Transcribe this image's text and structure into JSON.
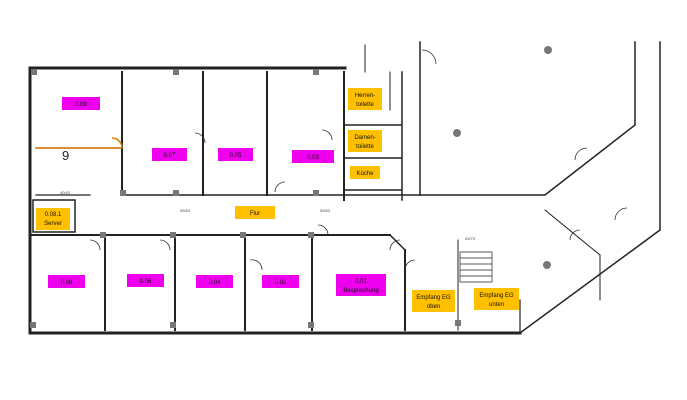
{
  "plan": {
    "colors": {
      "room_tag": "#ee00ee",
      "service_tag": "#ffc000",
      "wall": "#222222",
      "door": "#e07a00"
    },
    "big_room_number": "9",
    "dim_labels": [
      "40/43",
      "53/53",
      "53/53",
      "43/70"
    ],
    "rooms": [
      {
        "id": "r009",
        "label": "0.09",
        "kind": "room"
      },
      {
        "id": "r007",
        "label": "0.07",
        "kind": "room"
      },
      {
        "id": "r005",
        "label": "0.05",
        "kind": "room"
      },
      {
        "id": "r003",
        "label": "0.03",
        "kind": "room"
      },
      {
        "id": "herren",
        "label": "Herren-",
        "label2": "toilette",
        "kind": "service"
      },
      {
        "id": "damen",
        "label": "Damen-",
        "label2": "toilette",
        "kind": "service"
      },
      {
        "id": "kueche",
        "label": "Küche",
        "kind": "service"
      },
      {
        "id": "flur",
        "label": "Flur",
        "kind": "service"
      },
      {
        "id": "server",
        "label": "0.08.1",
        "label2": "Server",
        "kind": "service"
      },
      {
        "id": "r008",
        "label": "0.08",
        "kind": "room"
      },
      {
        "id": "r006",
        "label": "0.06",
        "kind": "room"
      },
      {
        "id": "r004",
        "label": "0.04",
        "kind": "room"
      },
      {
        "id": "r002",
        "label": "0.02",
        "kind": "room"
      },
      {
        "id": "r001",
        "label": "0.01",
        "label2": "Besprechung",
        "kind": "room"
      },
      {
        "id": "empfang_oben",
        "label": "Empfang EG",
        "label2": "oben",
        "kind": "service"
      },
      {
        "id": "empfang_unten",
        "label": "Empfang EG",
        "label2": "unten",
        "kind": "service"
      }
    ]
  }
}
